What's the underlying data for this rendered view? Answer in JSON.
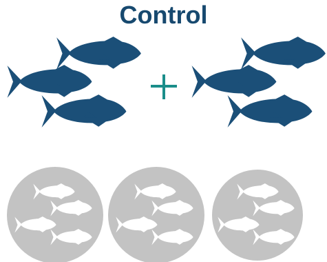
{
  "title": "Control",
  "operator": "+",
  "colors": {
    "title": "#17496f",
    "fish": "#1b4f78",
    "plus": "#1a8e8a",
    "dish": "#c3c3c3",
    "dish_fish": "#ffffff"
  },
  "icons": [
    "fish-icon",
    "plus-icon",
    "petri-dish-icon"
  ],
  "groups": {
    "left_fish_count": 3,
    "right_fish_count": 3,
    "dish_count": 3,
    "fish_per_dish": 4
  }
}
